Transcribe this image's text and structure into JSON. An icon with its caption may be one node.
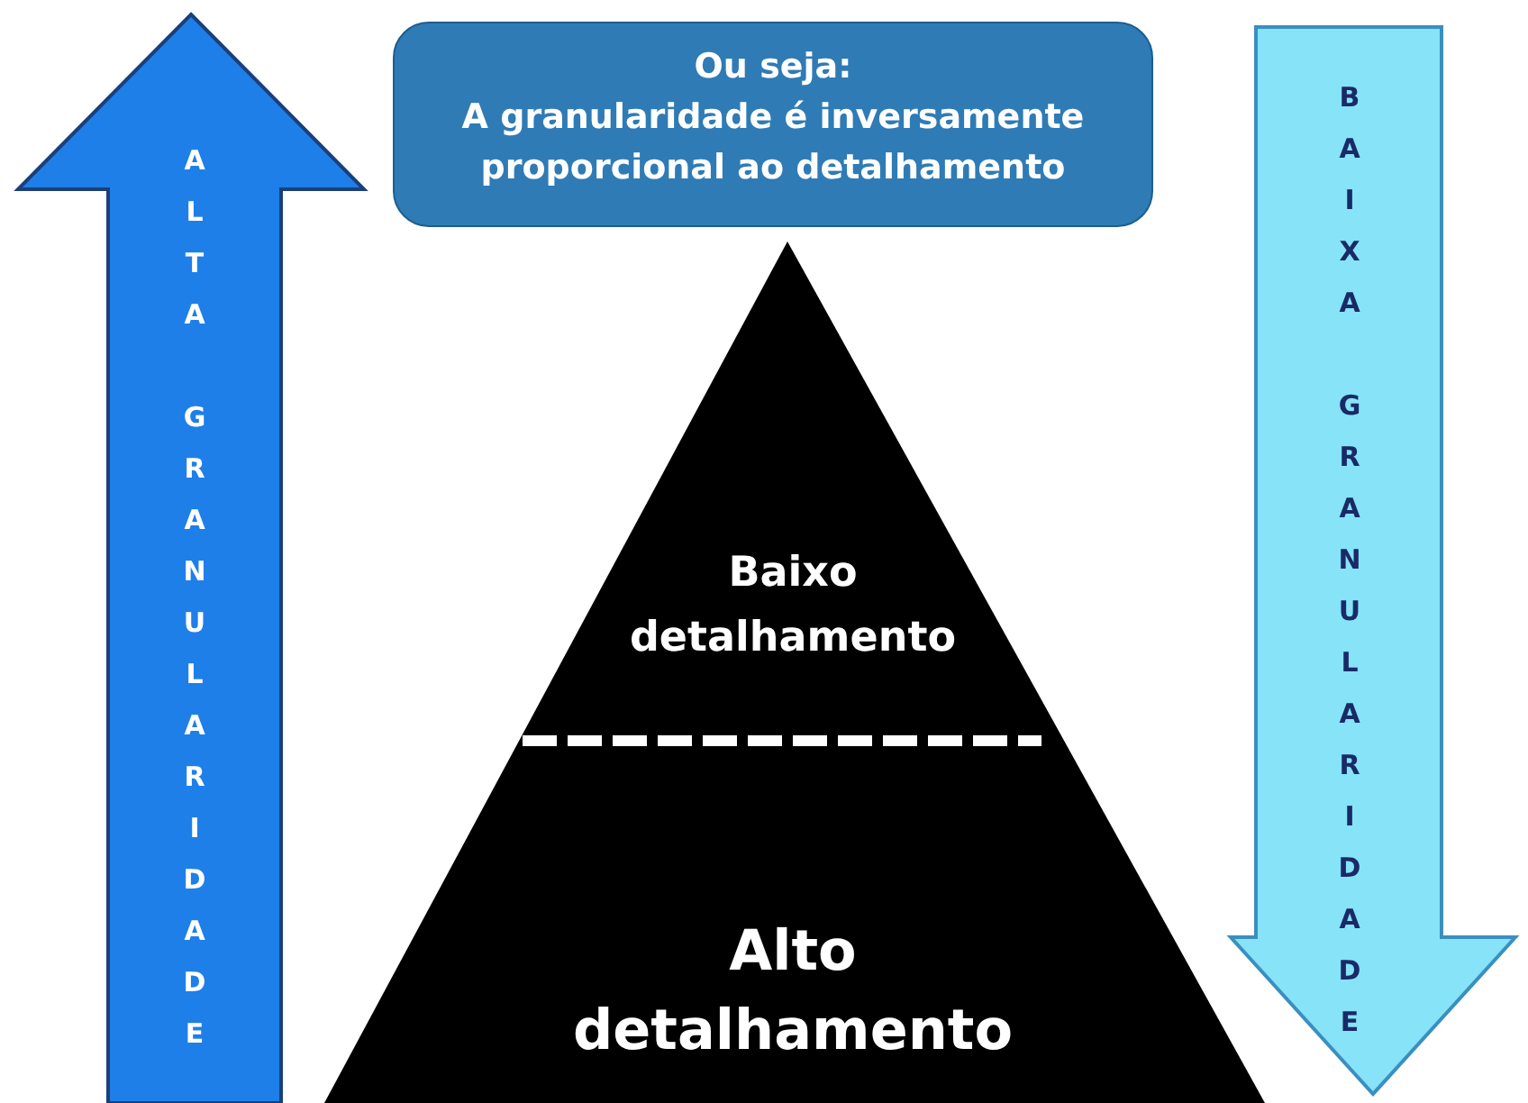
{
  "diagram": {
    "nodes": [
      {
        "text": [
          "Ou seja:",
          "A granularidade é inversamente proporcional ao detalhamento"
        ]
      },
      {
        "text": [
          "ALTA GRANULARIDADE"
        ]
      },
      {
        "text": [
          "BAIXA GRANULARIDADE"
        ]
      },
      {
        "text": [
          "Baixo detalhamento",
          "Alto detalhamento"
        ]
      }
    ]
  }
}
